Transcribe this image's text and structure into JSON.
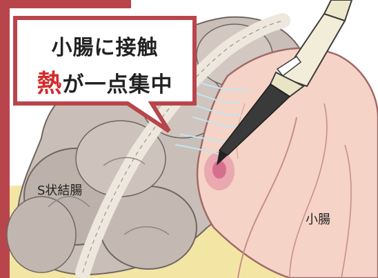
{
  "callout": {
    "line1": "小腸に接触",
    "line2_highlight": "熱",
    "line2_rest": "が一点集中"
  },
  "labels": {
    "sigmoid_colon": "S状結腸",
    "small_intestine": "小腸"
  },
  "colors": {
    "frame_accent": "#b8454b",
    "highlight_text": "#d42a2a",
    "colon": "#c9bfb8",
    "small_intestine": "#f5d3c6",
    "fat": "#f3e6a4"
  }
}
